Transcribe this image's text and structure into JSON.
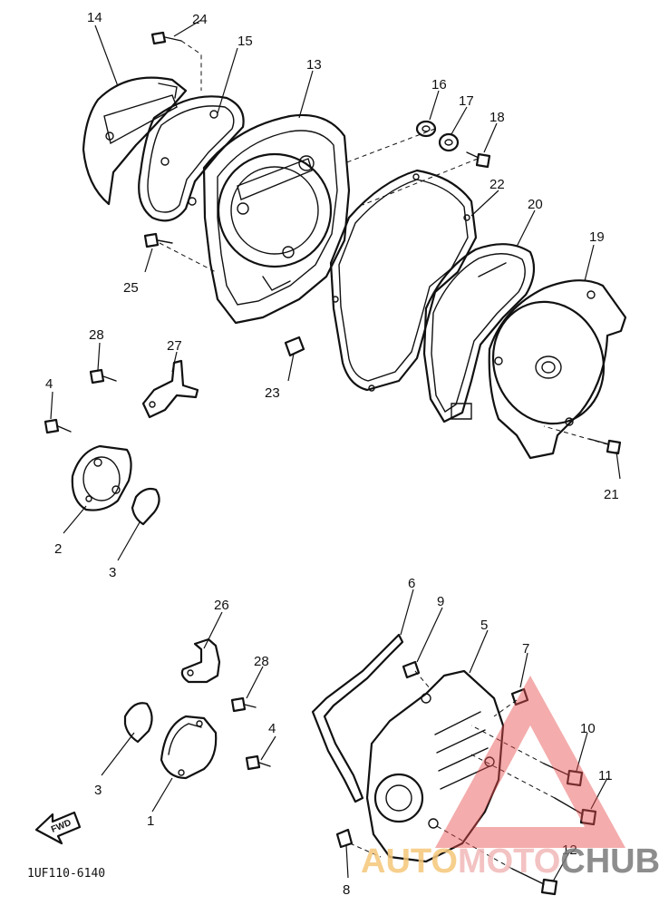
{
  "diagram": {
    "callouts": [
      "1",
      "2",
      "3",
      "4",
      "5",
      "6",
      "7",
      "8",
      "9",
      "10",
      "11",
      "12",
      "13",
      "14",
      "15",
      "16",
      "17",
      "18",
      "19",
      "20",
      "21",
      "22",
      "23",
      "24",
      "25",
      "26",
      "27",
      "28"
    ],
    "code": "1UF110-6140",
    "fwd_label": "FWD"
  },
  "watermark": {
    "part1": "AUTO",
    "part2": "MOTO",
    "part3": "CHUB",
    "colors": {
      "auto": "#f5c77a",
      "moto": "#f2b8b8",
      "hub": "#7a7a7a",
      "triangle": "#e84d4d"
    }
  }
}
